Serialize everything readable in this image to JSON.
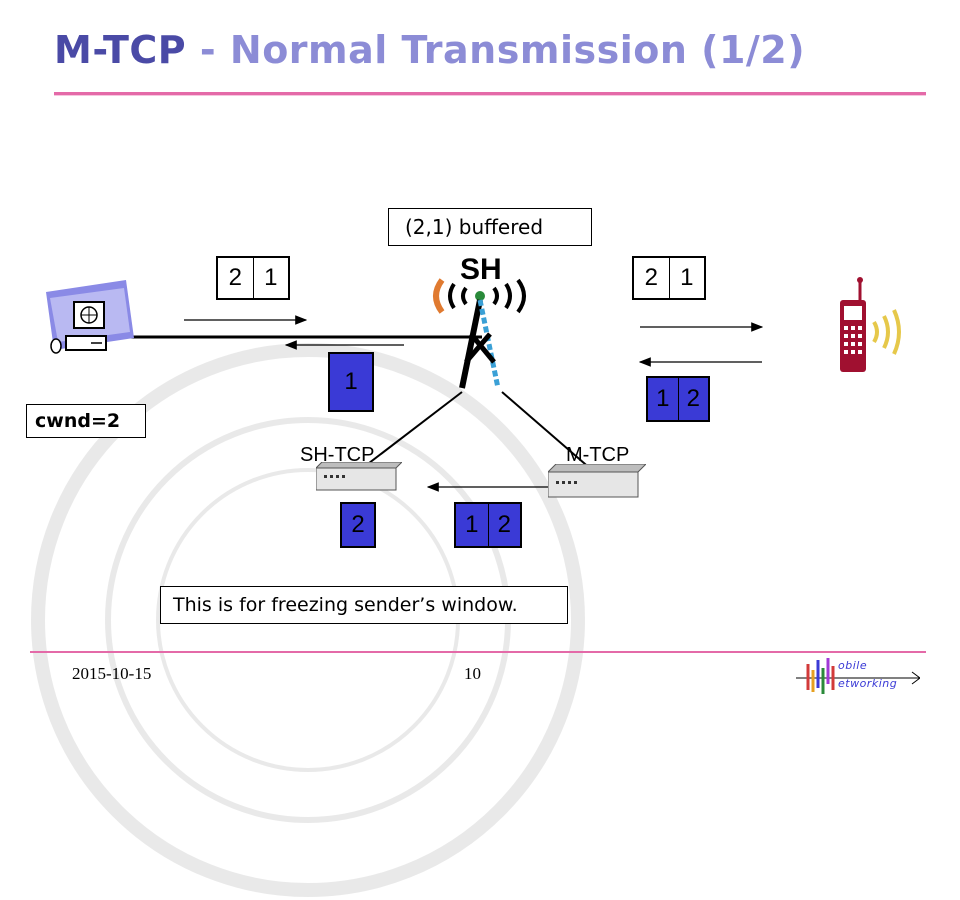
{
  "slide": {
    "title_part1": "M-TCP",
    "title_part2": " - Normal Transmission (1/2)",
    "buffered_note": "(2,1) buffered",
    "base_station_label": "SH",
    "sh_tcp_label": "SH-TCP",
    "m_tcp_label": "M-TCP",
    "cwnd_text": "cwnd=2",
    "freeze_note": "This is for freezing sender’s window.",
    "date": "2015-10-15",
    "page_number": "10",
    "logo_line1": "obile",
    "logo_line2": "etworking"
  },
  "packets": {
    "left_window": [
      "2",
      "1"
    ],
    "right_window": [
      "2",
      "1"
    ],
    "left_ack": [
      "1"
    ],
    "right_ack": [
      "1",
      "2"
    ],
    "sh_tcp_ack": [
      "2"
    ],
    "m_tcp_ack": [
      "1",
      "2"
    ]
  },
  "colors": {
    "title_dark": "#4a4aa6",
    "title_light": "#8c8cd6",
    "packet_blue": "#3a3ad6",
    "rule_pink": "#e46aa8",
    "phone_red": "#a01030"
  }
}
